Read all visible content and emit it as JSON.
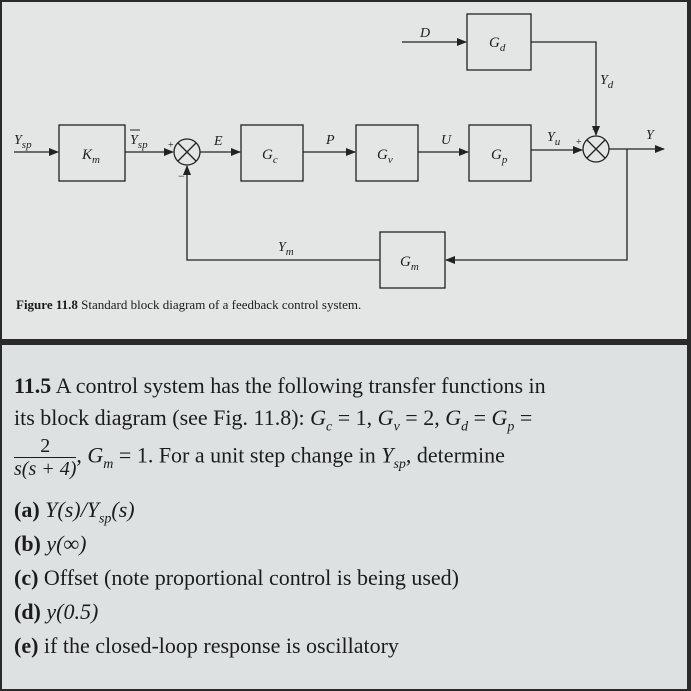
{
  "diagram": {
    "signals": {
      "ysp": "Y",
      "ysp_sub": "sp",
      "ysp_tilde": "Y",
      "ysp_tilde_sub": "sp",
      "e": "E",
      "p": "P",
      "u": "U",
      "d": "D",
      "yd": "Y",
      "yd_sub": "d",
      "yu": "Y",
      "yu_sub": "u",
      "y": "Y",
      "ym": "Y",
      "ym_sub": "m"
    },
    "blocks": {
      "km": "K",
      "km_sub": "m",
      "gc": "G",
      "gc_sub": "c",
      "gv": "G",
      "gv_sub": "v",
      "gp": "G",
      "gp_sub": "p",
      "gd": "G",
      "gd_sub": "d",
      "gm": "G",
      "gm_sub": "m"
    },
    "signs": {
      "sum1_plus": "+",
      "sum1_minus": "−",
      "sum2_top": "+",
      "sum2_left": "+"
    },
    "caption_label": "Figure 11.8",
    "caption_text": "Standard block diagram of a feedback control system."
  },
  "problem": {
    "number": "11.5",
    "line1": "A control system has the following transfer functions in",
    "line2_a": "its block diagram (see Fig. 11.8): ",
    "line2_b": "G",
    "line2_b_sub": "c",
    "line2_c": " = 1, ",
    "line2_d": "G",
    "line2_d_sub": "v",
    "line2_e": " = 2, ",
    "line2_f": "G",
    "line2_f_sub": "d",
    "line2_g": " = ",
    "line2_h": "G",
    "line2_h_sub": "p",
    "line2_i": " =",
    "frac_num": "2",
    "frac_den": "s(s + 4)",
    "line3_a": ", ",
    "line3_b": "G",
    "line3_b_sub": "m",
    "line3_c": " = 1. For a unit step change in ",
    "line3_d": "Y",
    "line3_d_sub": "sp",
    "line3_e": ", determine",
    "parts": [
      {
        "label": "(a)",
        "text": "Y(s)/Y",
        "sub": "sp",
        "tail": "(s)"
      },
      {
        "label": "(b)",
        "text": "y(∞)"
      },
      {
        "label": "(c)",
        "text": "Offset (note proportional control is being used)"
      },
      {
        "label": "(d)",
        "text": "y(0.5)"
      },
      {
        "label": "(e)",
        "text": "if the closed-loop response is oscillatory"
      }
    ]
  }
}
